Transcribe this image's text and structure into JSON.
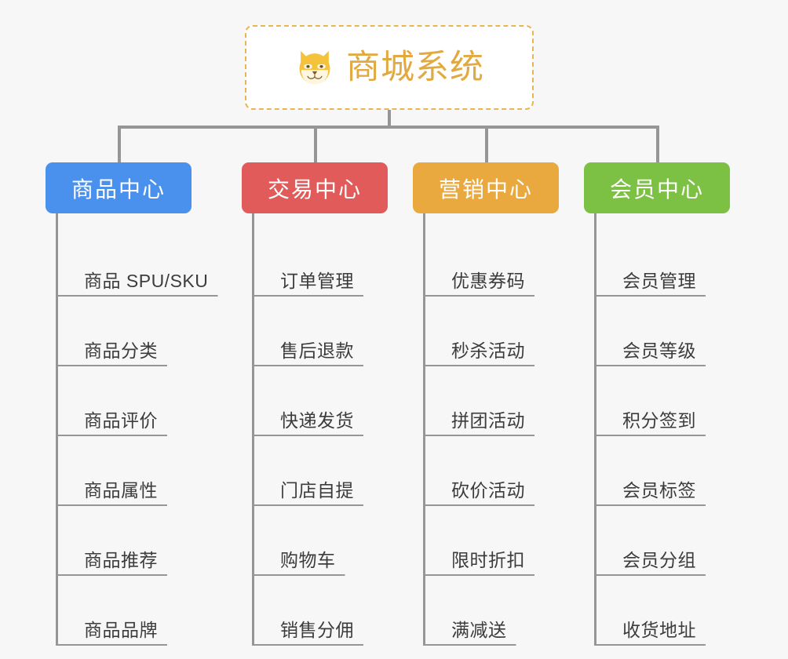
{
  "page": {
    "background_color": "#f7f7f7",
    "type": "mindmap"
  },
  "root": {
    "title": "商城系统",
    "icon": "shiba-dog-face-icon",
    "title_color": "#e2a940",
    "border_color": "#eab54e",
    "border_style": "dashed"
  },
  "connector": {
    "color": "#969696"
  },
  "branches": [
    {
      "label": "商品中心",
      "color": "#4a90ed",
      "items": [
        "商品 SPU/SKU",
        "商品分类",
        "商品评价",
        "商品属性",
        "商品推荐",
        "商品品牌"
      ]
    },
    {
      "label": "交易中心",
      "color": "#e15b5b",
      "items": [
        "订单管理",
        "售后退款",
        "快递发货",
        "门店自提",
        "购物车",
        "销售分佣"
      ]
    },
    {
      "label": "营销中心",
      "color": "#eaa93e",
      "items": [
        "优惠券码",
        "秒杀活动",
        "拼团活动",
        "砍价活动",
        "限时折扣",
        "满减送"
      ]
    },
    {
      "label": "会员中心",
      "color": "#7cc143",
      "items": [
        "会员管理",
        "会员等级",
        "积分签到",
        "会员标签",
        "会员分组",
        "收货地址"
      ]
    }
  ]
}
